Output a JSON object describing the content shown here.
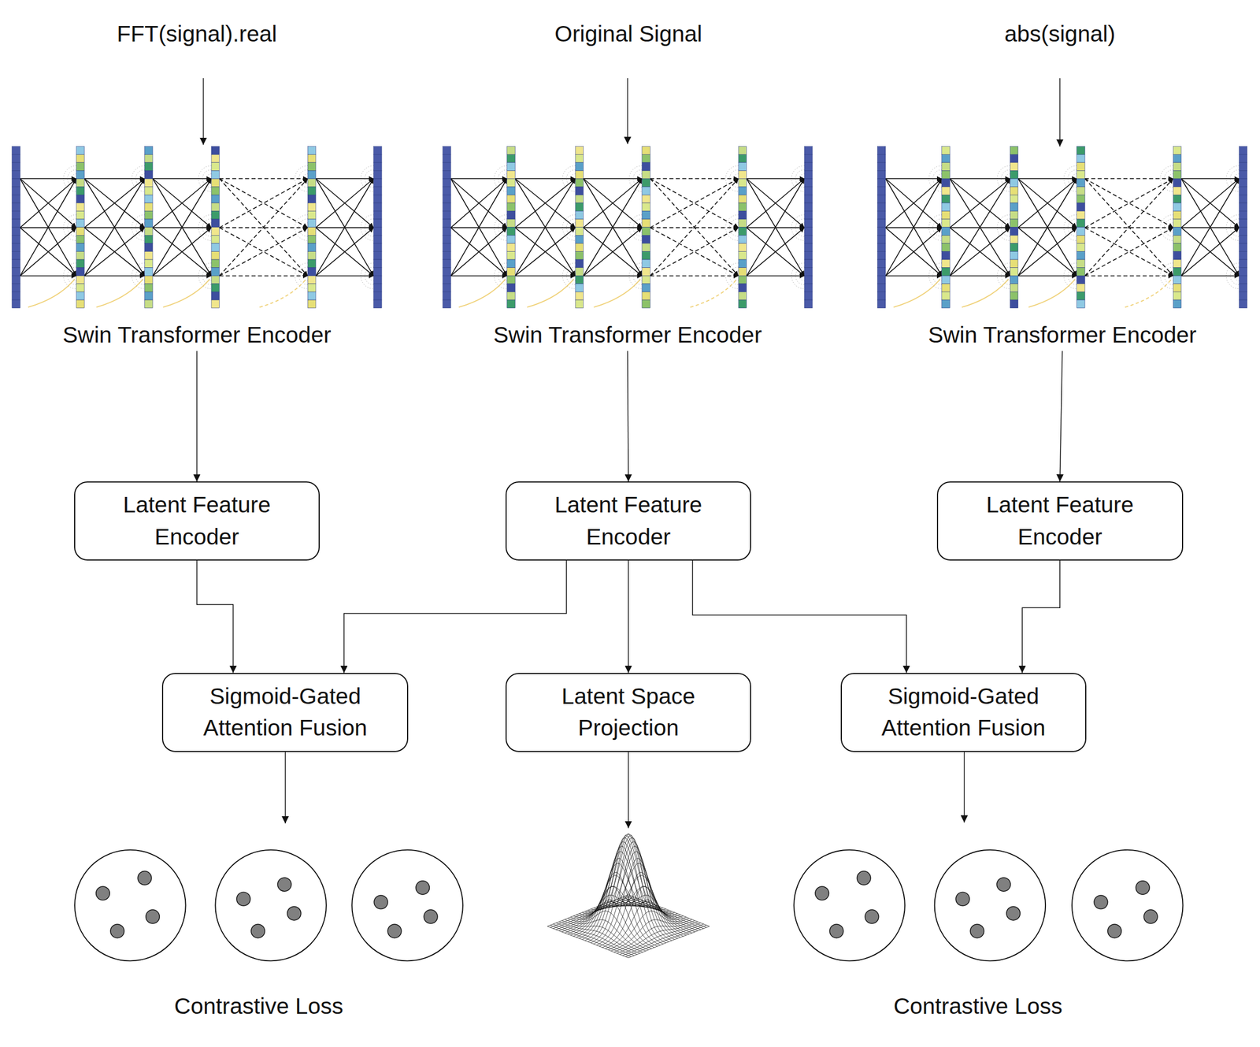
{
  "diagram": {
    "nodes": [
      {
        "text": [
          "Swin Transformer Encoder"
        ]
      },
      {
        "text": [
          "Swin Transformer Encoder"
        ]
      },
      {
        "text": [
          "Swin Transformer Encoder"
        ]
      },
      {
        "text": [
          "Latent Feature Encoder"
        ]
      },
      {
        "text": [
          "Latent Feature Encoder"
        ]
      },
      {
        "text": [
          "Latent Feature Encoder"
        ]
      },
      {
        "text": [
          "Sigmoid-Gated Attention Fusion"
        ]
      },
      {
        "text": [
          "Latent Space Projection"
        ]
      },
      {
        "text": [
          "Sigmoid-Gated Attention Fusion"
        ]
      }
    ],
    "edges": [
      {
        "from": 0,
        "to": 3,
        "arrow": "to"
      },
      {
        "from": 1,
        "to": 4,
        "arrow": "to"
      },
      {
        "from": 2,
        "to": 5,
        "arrow": "to"
      },
      {
        "from": 3,
        "to": 6,
        "arrow": "to"
      },
      {
        "from": 4,
        "to": 6,
        "arrow": "to"
      },
      {
        "from": 4,
        "to": 7,
        "arrow": "to"
      },
      {
        "from": 4,
        "to": 8,
        "arrow": "to"
      },
      {
        "from": 5,
        "to": 8,
        "arrow": "to"
      }
    ],
    "labels": [
      "FFT(signal).real",
      "Original Signal",
      "abs(signal)",
      "Contrastive Loss",
      "Contrastive Loss"
    ]
  }
}
